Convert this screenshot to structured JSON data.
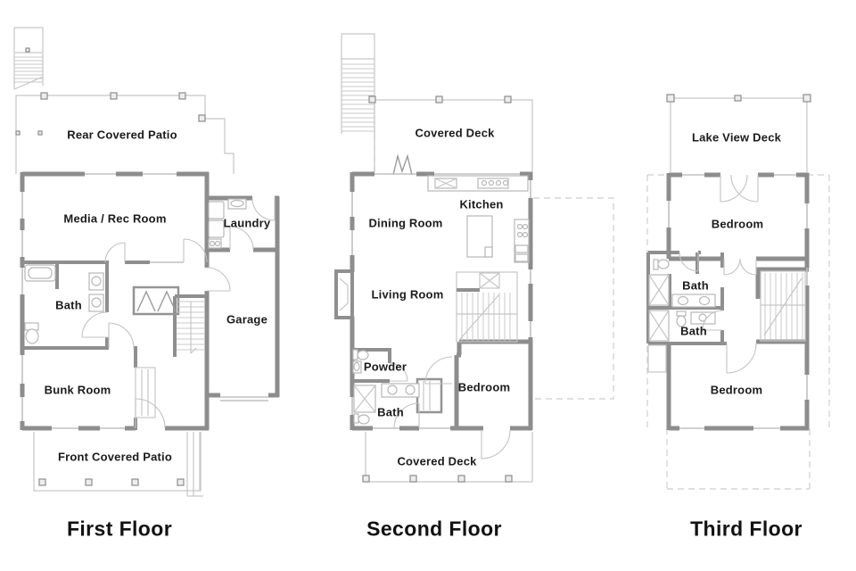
{
  "document": {
    "kind": "architectural floor plan sheet",
    "background": "#ffffff"
  },
  "palette": {
    "wall": "#8d8d8d",
    "thin_line": "#c6c6c6",
    "dashed_line": "#cecece",
    "text": "#1b1b1b"
  },
  "floors": [
    {
      "title": "First Floor",
      "rooms": [
        {
          "label": "Rear Covered Patio"
        },
        {
          "label": "Media / Rec Room"
        },
        {
          "label": "Laundry"
        },
        {
          "label": "Bath"
        },
        {
          "label": "Garage"
        },
        {
          "label": "Bunk Room"
        },
        {
          "label": "Front Covered Patio"
        }
      ]
    },
    {
      "title": "Second Floor",
      "rooms": [
        {
          "label": "Covered Deck"
        },
        {
          "label": "Dining Room"
        },
        {
          "label": "Kitchen"
        },
        {
          "label": "Living Room"
        },
        {
          "label": "Powder"
        },
        {
          "label": "Bath"
        },
        {
          "label": "Bedroom"
        },
        {
          "label": "Covered Deck"
        }
      ]
    },
    {
      "title": "Third Floor",
      "rooms": [
        {
          "label": "Lake View Deck"
        },
        {
          "label": "Bedroom"
        },
        {
          "label": "Bath"
        },
        {
          "label": "Bath"
        },
        {
          "label": "Bedroom"
        }
      ]
    }
  ]
}
